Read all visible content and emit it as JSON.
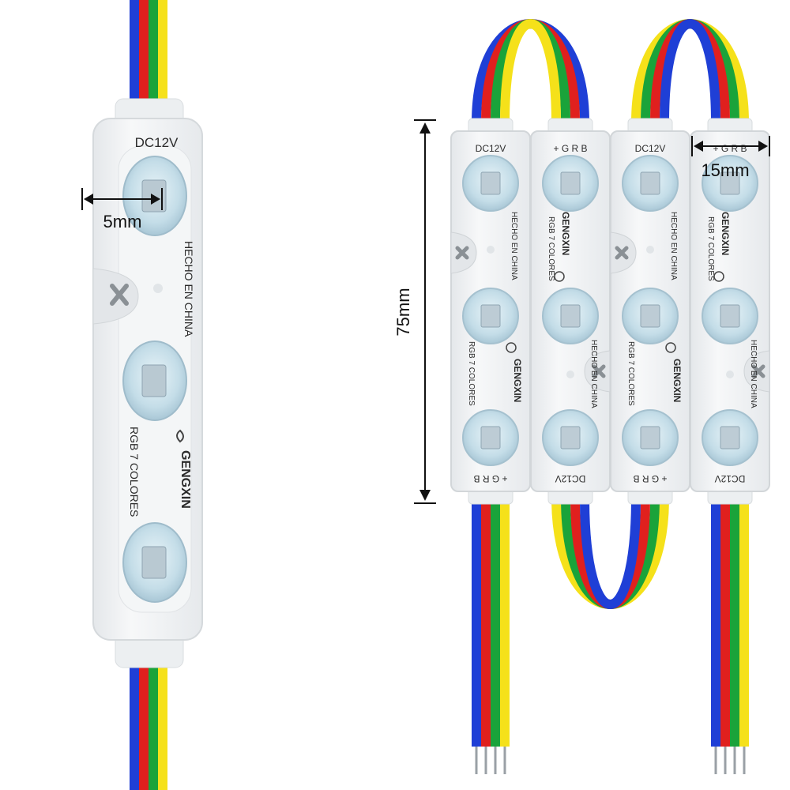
{
  "colors": {
    "wire_blue": "#1f3fd6",
    "wire_red": "#e0201e",
    "wire_green": "#1aa33a",
    "wire_yellow": "#f5e11a",
    "housing": "#f1f3f5",
    "lens": "#cfe4ee",
    "brand": "#333333"
  },
  "large_module": {
    "voltage_label": "DC12V",
    "made_in_label": "HECHO EN CHINA",
    "rgb_label": "RGB 7 COLORES",
    "brand_label": "GENGXIN",
    "lens_width_label": "5mm"
  },
  "module_array": {
    "height_label": "75mm",
    "width_label": "15mm",
    "modules": [
      {
        "top_label": "DC12V",
        "bottom_label": "+ G R B",
        "made_in": "HECHO EN CHINA",
        "rgb": "RGB 7 COLORES",
        "brand": "GENGXIN"
      },
      {
        "top_label": "+ G R B",
        "bottom_label": "DC12V",
        "made_in": "HECHO EN CHINA",
        "rgb": "RGB 7 COLORES",
        "brand": "GENGXIN"
      },
      {
        "top_label": "DC12V",
        "bottom_label": "+ G R B",
        "made_in": "HECHO EN CHINA",
        "rgb": "RGB 7 COLORES",
        "brand": "GENGXIN"
      },
      {
        "top_label": "+ G R B",
        "bottom_label": "DC12V",
        "made_in": "HECHO EN CHINA",
        "rgb": "RGB 7 COLORES",
        "brand": "GENGXIN"
      }
    ]
  }
}
